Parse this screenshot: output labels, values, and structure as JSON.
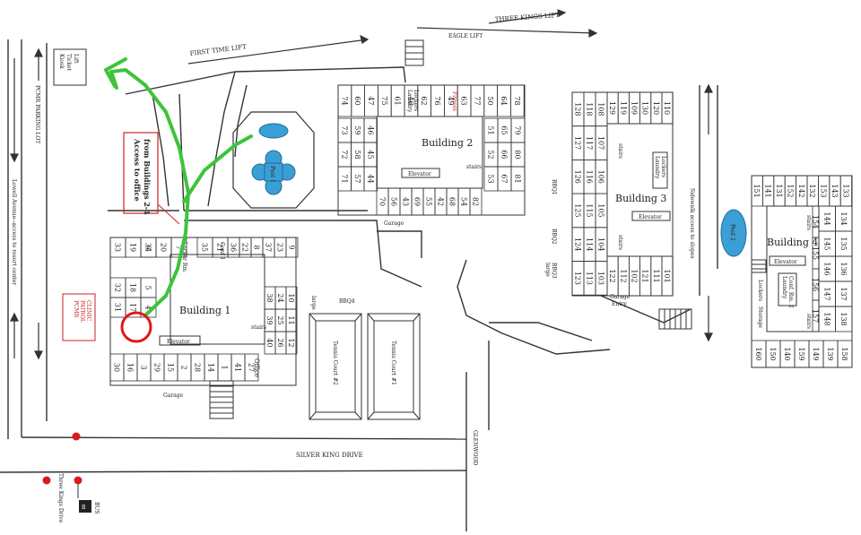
{
  "roads": {
    "silver_king_drive": "SILVER KING DRIVE",
    "glenwood": "GLENWOOD",
    "three_kings_drive": "Three Kings Drive",
    "lowell_avenue": "Lowell Avenue--access to resort center",
    "pcmr_parking_lot": "PCMR PARKING LOT"
  },
  "lifts": {
    "first_time": "FIRST TIME LIFT",
    "eagle": "EAGLE LIFT",
    "three_kings": "THREE KINGS LIFT"
  },
  "labels": {
    "lift_ticket_kiosk": [
      "Lift",
      "Ticket",
      "Kiosk"
    ],
    "access_office": [
      "Access to office",
      "from Buildings 2-4"
    ],
    "patrol_clinic": [
      "PCMR",
      "PATROL",
      "CLINIC"
    ],
    "pool1": "Pool 1",
    "pool2": "Pool 2",
    "garage": "Garage",
    "garage_entry": [
      "Garage",
      "Entry"
    ],
    "elevator": "Elevator",
    "stairs": "stairs",
    "office": "Office",
    "conf1": "Conf 1",
    "conf_rm2": [
      "Conf. Rm. 2",
      "Laundry"
    ],
    "lockers_laundry": [
      "Lockers",
      "Laundry"
    ],
    "locker_rm": "Locker Rm",
    "fitness": "Fitness",
    "lockers": "Lockers",
    "storage": "Storage",
    "sidewalk": "Sidewalk access to slopes",
    "tennis1": "Tennis Court #1",
    "tennis2": "Tennis Court #2",
    "bus": "BUS",
    "bbq1": "BBQ1",
    "bbq2": "BBQ2",
    "bbq3": "BBQ3",
    "bbq4": "BBQ4",
    "large": "large"
  },
  "buildings": {
    "b1": "Building 1",
    "b2": "Building 2",
    "b3": "Building 3",
    "b4": "Building 4"
  },
  "units": {
    "b1_north": [
      [
        "33",
        "19",
        "6"
      ],
      [
        "32",
        "18",
        "7"
      ],
      [
        "34",
        "20",
        ""
      ],
      [
        "35",
        "21",
        ""
      ],
      [
        "36",
        "22",
        "8"
      ],
      [
        "37",
        "23",
        "9"
      ]
    ],
    "b1_west": [
      "32",
      "18",
      "5",
      "31",
      "17",
      "4"
    ],
    "b1_east": [
      "38",
      "24",
      "10",
      "39",
      "25",
      "11",
      "40",
      "26",
      "12"
    ],
    "b1_south": [
      "30",
      "16",
      "3",
      "29",
      "15",
      "2",
      "28",
      "14",
      "1",
      "41",
      "27"
    ],
    "b2_north": [
      "74",
      "60",
      "47",
      "75",
      "61",
      "48",
      "62",
      "76",
      "49",
      "63",
      "77",
      "50",
      "64",
      "78"
    ],
    "b2_west": [
      "73",
      "59",
      "46",
      "72",
      "58",
      "45",
      "71",
      "57",
      "44"
    ],
    "b2_east": [
      "51",
      "65",
      "79",
      "52",
      "66",
      "80",
      "53",
      "67",
      "81"
    ],
    "b2_south": [
      "70",
      "56",
      "43",
      "69",
      "55",
      "42",
      "68",
      "54",
      "82"
    ],
    "b3_west": [
      "128",
      "118",
      "108",
      "127",
      "117",
      "107",
      "126",
      "116",
      "106",
      "125",
      "115",
      "105",
      "124",
      "114",
      "104",
      "123",
      "113",
      "103"
    ],
    "b3_mid_top": [
      "129",
      "119",
      "109",
      "130",
      "120",
      "110"
    ],
    "b3_bottom": [
      "122",
      "112",
      "102",
      "121",
      "111",
      "101"
    ],
    "b4_top": [
      "151",
      "141",
      "131",
      "152",
      "142",
      "132",
      "153",
      "143",
      "133"
    ],
    "b4_east": [
      "144",
      "134",
      "145",
      "135",
      "146",
      "136",
      "147",
      "137",
      "148",
      "138"
    ],
    "b4_inner": [
      "154",
      "155",
      "156",
      "157"
    ],
    "b4_bottom": [
      "160",
      "150",
      "140",
      "159",
      "149",
      "139",
      "158"
    ]
  },
  "colors": {
    "accent_green": "#3ec43b",
    "accent_red": "#e01818",
    "pool_blue": "#3b9fd6",
    "line": "#333333",
    "marker_red": "#d61e1e"
  }
}
